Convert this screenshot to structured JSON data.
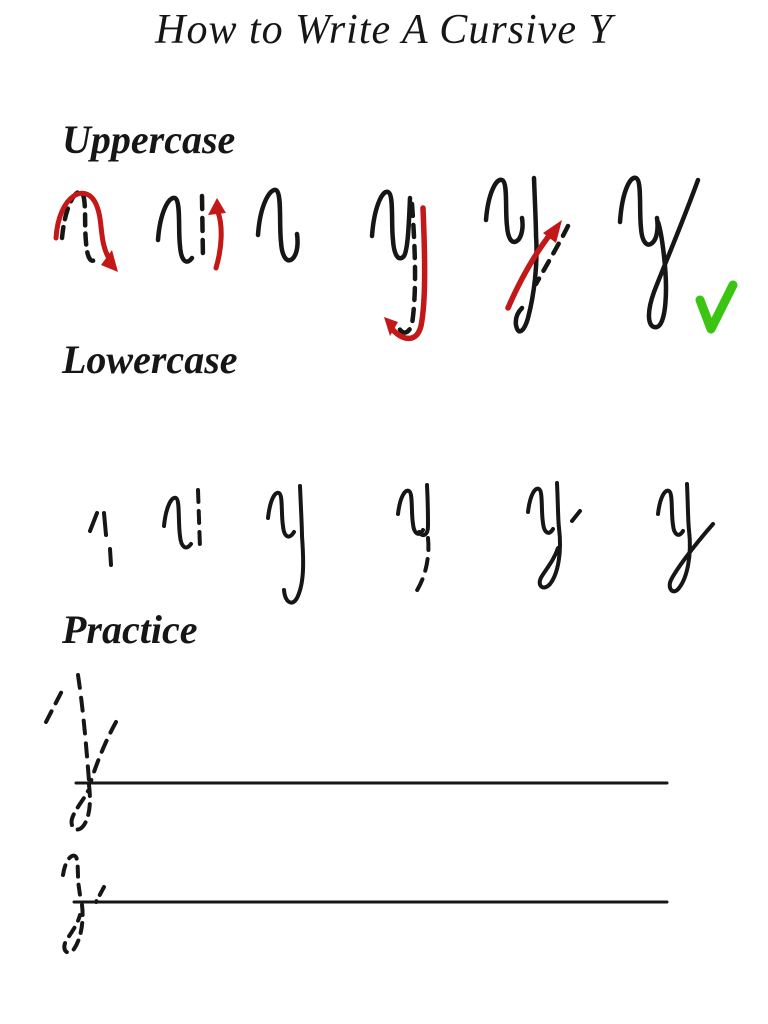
{
  "page": {
    "title": "How to Write A Cursive Y"
  },
  "sections": {
    "uppercase": {
      "label": "Uppercase",
      "steps": [
        {
          "icon": "uppercase-step1-dashed-first-stroke-icon",
          "marker": "red-over-curve-arrow-icon"
        },
        {
          "icon": "uppercase-step2-solid-hump-dashed-stem-icon",
          "marker": "red-up-arrow-icon"
        },
        {
          "icon": "uppercase-step3-first-stroke-complete-icon",
          "marker": "none"
        },
        {
          "icon": "uppercase-step4-dashed-descender-icon",
          "marker": "red-down-hook-arrow-icon"
        },
        {
          "icon": "uppercase-step5-solid-descender-dashed-tail-icon",
          "marker": "red-up-right-arrow-icon"
        },
        {
          "icon": "uppercase-step6-complete-letter-icon",
          "marker": "green-checkmark-icon"
        }
      ]
    },
    "lowercase": {
      "label": "Lowercase",
      "steps": [
        {
          "icon": "lowercase-step1-dashed-hump-icon",
          "marker": "none"
        },
        {
          "icon": "lowercase-step2-solid-hump-dashed-stem-icon",
          "marker": "none"
        },
        {
          "icon": "lowercase-step3-stem-and-descender-icon",
          "marker": "none"
        },
        {
          "icon": "lowercase-step4-dashed-descender-icon",
          "marker": "none"
        },
        {
          "icon": "lowercase-step5-descender-loop-icon",
          "marker": "none"
        },
        {
          "icon": "lowercase-step6-complete-letter-icon",
          "marker": "none"
        }
      ]
    },
    "practice": {
      "label": "Practice",
      "line_count": 2,
      "guides": [
        "dashed-uppercase-y-trace-guide-icon",
        "dashed-lowercase-y-trace-guide-icon"
      ]
    }
  },
  "colors": {
    "ink": "#161616",
    "arrow_red": "#c41717",
    "check_green": "#3bc412",
    "background": "#ffffff"
  }
}
